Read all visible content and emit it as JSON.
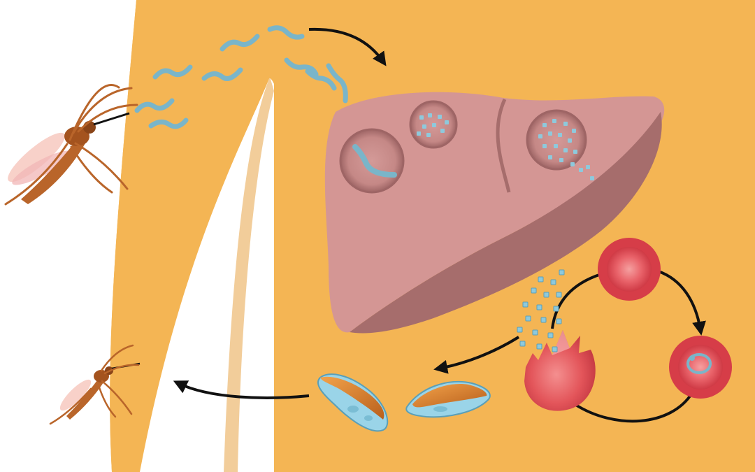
{
  "diagram": {
    "kind": "malaria-parasite-life-cycle",
    "text_labels": [],
    "colors": {
      "background": "#ffffff",
      "body": "#f4b554",
      "body_shadow": "#e8a447",
      "liver_light": "#d49694",
      "liver_dark": "#a66d6c",
      "sporozoite": "#7ab5c9",
      "merozoite": "#8ec9dc",
      "red_cell": "#e3555a",
      "red_cell_light": "#f28a8b",
      "gametocyte_orange": "#e8892a",
      "gametocyte_blue": "#9ad4e8",
      "mosquito": "#b9652a",
      "arrow": "#111111"
    },
    "elements": [
      {
        "name": "mosquito-biting-icon",
        "role": "mosquito injecting sporozoites"
      },
      {
        "name": "sporozoites-icon",
        "role": "sporozoites in bloodstream"
      },
      {
        "name": "liver-icon",
        "role": "liver with infected hepatocytes"
      },
      {
        "name": "infected-hepatocyte-icon",
        "role": "hepatocyte containing sporozoite"
      },
      {
        "name": "schizont-icon",
        "role": "liver schizonts releasing merozoites"
      },
      {
        "name": "red-blood-cell-cycle-icon",
        "role": "erythrocytic cycle"
      },
      {
        "name": "ruptured-red-blood-cell-icon",
        "role": "ruptured red blood cell releasing merozoites"
      },
      {
        "name": "gametocytes-icon",
        "role": "gametocytes"
      },
      {
        "name": "mosquito-feeding-icon",
        "role": "mosquito taking up gametocytes"
      }
    ]
  }
}
